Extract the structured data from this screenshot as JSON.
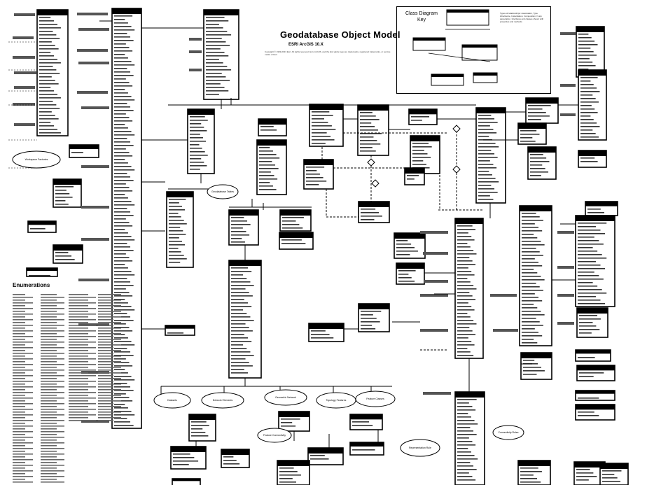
{
  "diagram": {
    "title": "Geodatabase Object Model",
    "subtitle": "ESRI ArcGIS 10.X",
    "copyright": "Copyright © 1999-2013 Esri. All rights reserved. Esri, ArcGIS, and the Esri globe logo are trademarks, registered trademarks, or service marks of Esri.",
    "key": {
      "title_line1": "Class Diagram",
      "title_line2": "Key",
      "notes": "Types of relationships: Association, Type inheritance, Instantiation, Composition, N-ary association. Interfaces and classes shown with properties and methods."
    },
    "enumerations_label": "Enumerations",
    "ovals": [
      "Workspace Factories",
      "Geodatabase Tables",
      "Datasets",
      "Network Elements",
      "Geometric Network",
      "Topology Features",
      "Feature Classes",
      "Representation Rule",
      "Connectivity Rules",
      "Feature Connectivity"
    ]
  }
}
